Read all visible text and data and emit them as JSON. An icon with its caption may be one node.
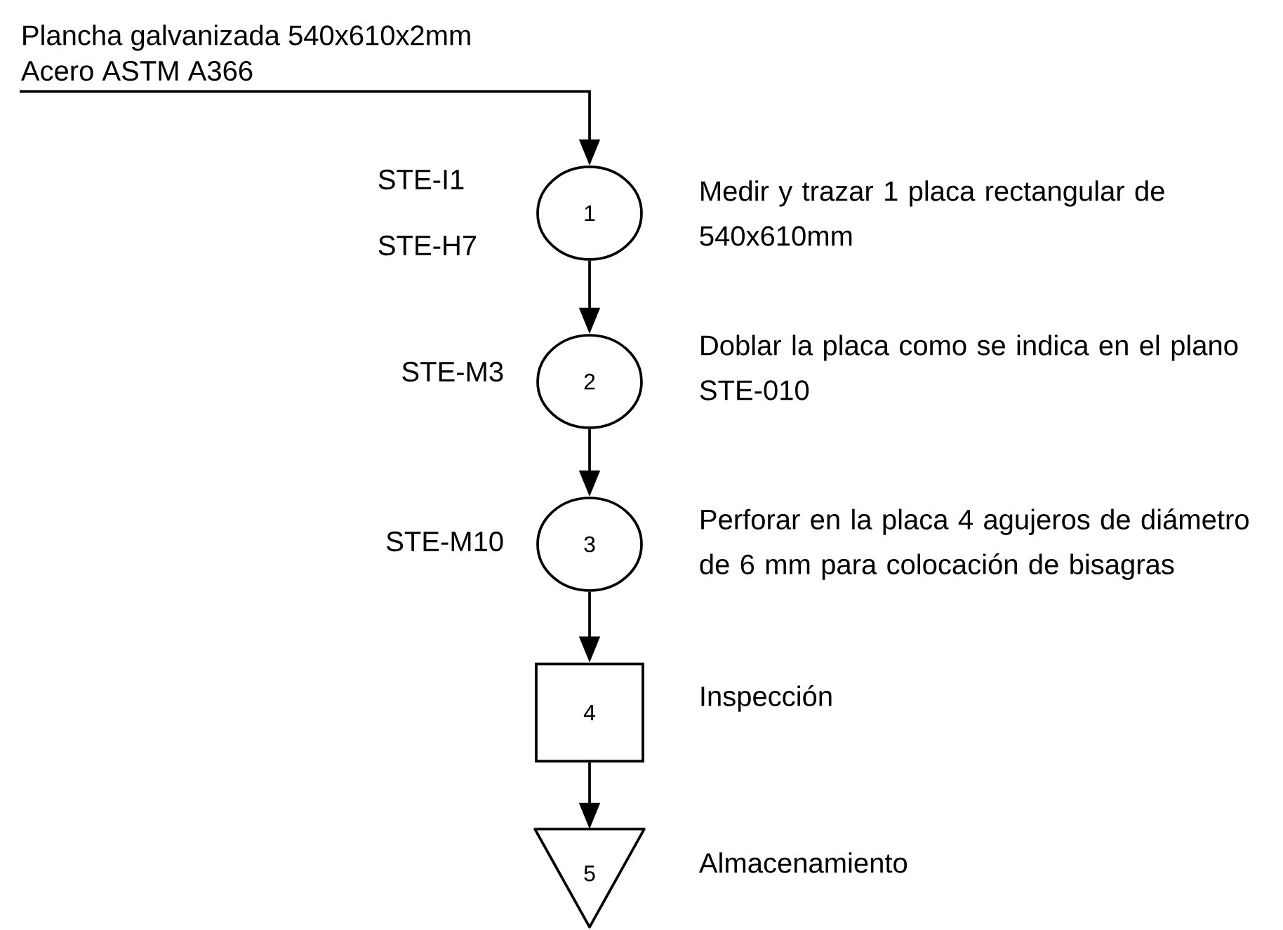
{
  "diagram": {
    "nodes": [
      {
        "text": [
          "Plancha galvanizada 540x610x2mm",
          "Acero ASTM A366"
        ]
      },
      {
        "text": [
          "1"
        ],
        "beside": [
          "STE-I1",
          "STE-H7",
          "Medir y trazar 1 placa rectangular de 540x610mm"
        ]
      },
      {
        "text": [
          "2"
        ],
        "beside": [
          "STE-M3",
          "Doblar la placa como se indica en el plano STE-010"
        ]
      },
      {
        "text": [
          "3"
        ],
        "beside": [
          "STE-M10",
          "Perforar en la placa 4 agujeros de diámetro de 6 mm para colocación de bisagras"
        ]
      },
      {
        "text": [
          "4"
        ],
        "beside": [
          "Inspección"
        ]
      },
      {
        "text": [
          "5"
        ],
        "beside": [
          "Almacenamiento"
        ]
      }
    ],
    "edges": [
      {
        "from": 0,
        "to": 1,
        "arrow": "to"
      },
      {
        "from": 1,
        "to": 2,
        "arrow": "to"
      },
      {
        "from": 2,
        "to": 3,
        "arrow": "to"
      },
      {
        "from": 3,
        "to": 4,
        "arrow": "to"
      },
      {
        "from": 4,
        "to": 5,
        "arrow": "to"
      }
    ]
  }
}
